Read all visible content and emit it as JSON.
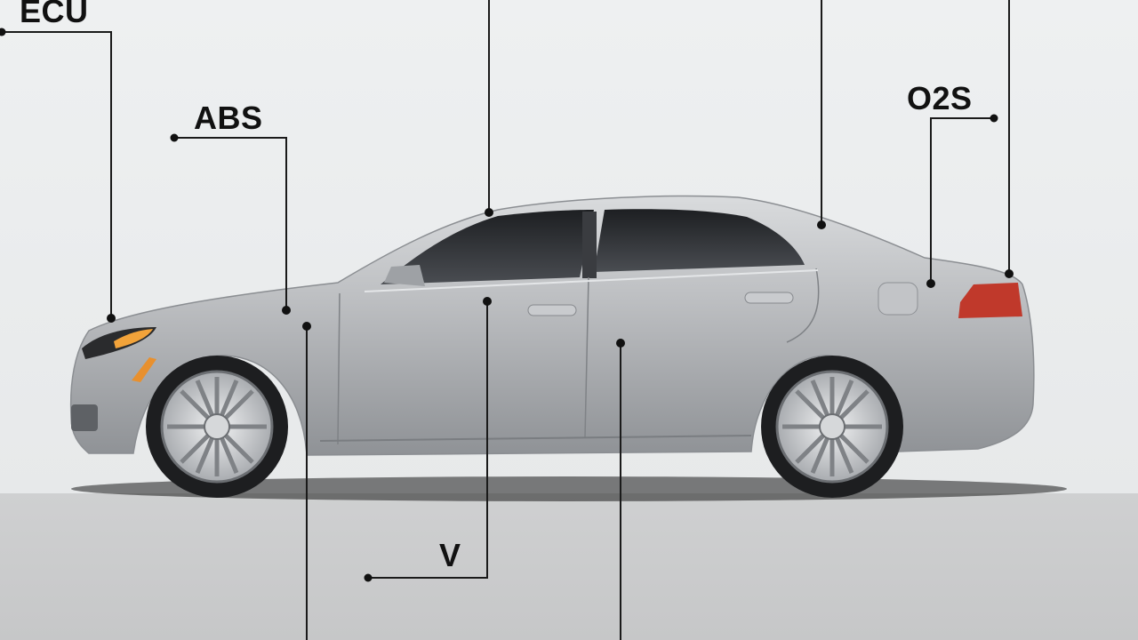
{
  "labels": {
    "ecu": "ECU",
    "abs": "ABS",
    "o2s": "O2S",
    "v": "V"
  },
  "colors": {
    "car_body": "#b7b9bc",
    "window": "#2b2d30",
    "taillight": "#c0392b",
    "headlight": "#f2a33a",
    "line": "#1a1a1a"
  }
}
